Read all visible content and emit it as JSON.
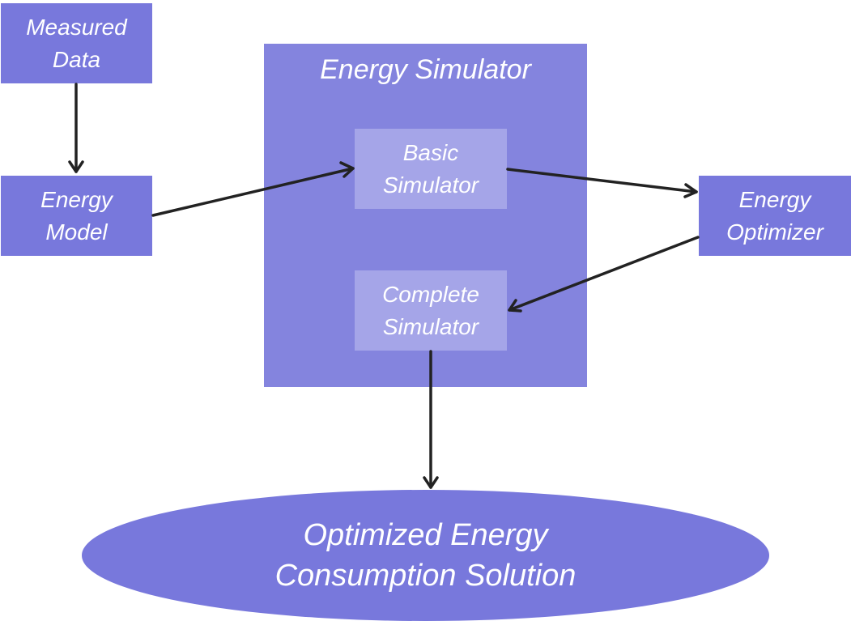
{
  "colors": {
    "node": "#7878dc",
    "container": "#8484de",
    "inner_node": "#a5a5e8",
    "arrow": "#222222",
    "text": "#ffffff"
  },
  "nodes": {
    "measured_data": {
      "line1": "Measured",
      "line2": "Data"
    },
    "energy_model": {
      "line1": "Energy",
      "line2": "Model"
    },
    "energy_simulator": {
      "title": "Energy Simulator"
    },
    "basic_simulator": {
      "line1": "Basic",
      "line2": "Simulator"
    },
    "complete_simulator": {
      "line1": "Complete",
      "line2": "Simulator"
    },
    "energy_optimizer": {
      "line1": "Energy",
      "line2": "Optimizer"
    },
    "solution": {
      "line1": "Optimized Energy",
      "line2": "Consumption Solution"
    }
  },
  "edges": [
    {
      "from": "Measured Data",
      "to": "Energy Model"
    },
    {
      "from": "Energy Model",
      "to": "Basic Simulator"
    },
    {
      "from": "Basic Simulator",
      "to": "Energy Optimizer"
    },
    {
      "from": "Energy Optimizer",
      "to": "Complete Simulator"
    },
    {
      "from": "Complete Simulator",
      "to": "Optimized Energy Consumption Solution"
    }
  ]
}
